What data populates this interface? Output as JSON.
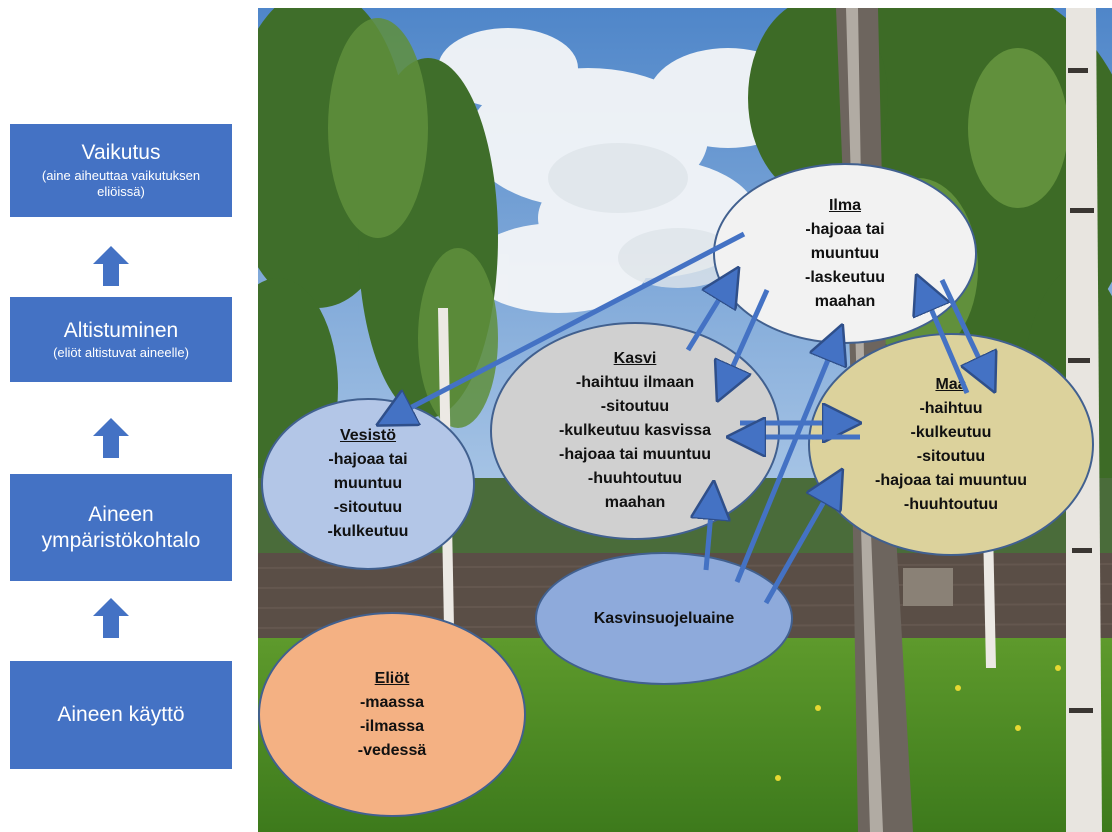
{
  "flow": {
    "steps": [
      {
        "title": "Vaikutus",
        "note": "(aine aiheuttaa vaikutuksen eliöissä)"
      },
      {
        "title": "Altistuminen",
        "note": "(eliöt altistuvat aineelle)"
      },
      {
        "title": "Aineen ympäristökohtalo",
        "note": ""
      },
      {
        "title": "Aineen käyttö",
        "note": ""
      }
    ],
    "box_color": "#4472c4",
    "arrow_color": "#4472c4"
  },
  "compartments": {
    "ilma": {
      "title": "Ilma",
      "lines": [
        "-hajoaa tai",
        "muuntuu",
        "-laskeutuu",
        "maahan"
      ],
      "color": "#f2f2f2"
    },
    "kasvi": {
      "title": "Kasvi",
      "lines": [
        "-haihtuu ilmaan",
        "-sitoutuu",
        "-kulkeutuu kasvissa",
        "-hajoaa tai muuntuu",
        "-huuhtoutuu",
        "maahan"
      ],
      "color": "#d0d0d0"
    },
    "maa": {
      "title": "Maa",
      "lines": [
        "-haihtuu",
        "-kulkeutuu",
        "-sitoutuu",
        "-hajoaa tai muuntuu",
        "-huuhtoutuu"
      ],
      "color": "#dcd29c"
    },
    "vesisto": {
      "title": "Vesistö",
      "lines": [
        "-hajoaa tai",
        "muuntuu",
        "-sitoutuu",
        "-kulkeutuu"
      ],
      "color": "#b3c6e7"
    },
    "kasvinsuojeluaine": {
      "title": "Kasvinsuojeluaine",
      "color": "#8eaadb"
    },
    "eliot": {
      "title": "Eliöt",
      "lines": [
        "-maassa",
        "-ilmassa",
        "-vedessä"
      ],
      "color": "#f4b183"
    }
  },
  "connector_color": "#4472c4"
}
